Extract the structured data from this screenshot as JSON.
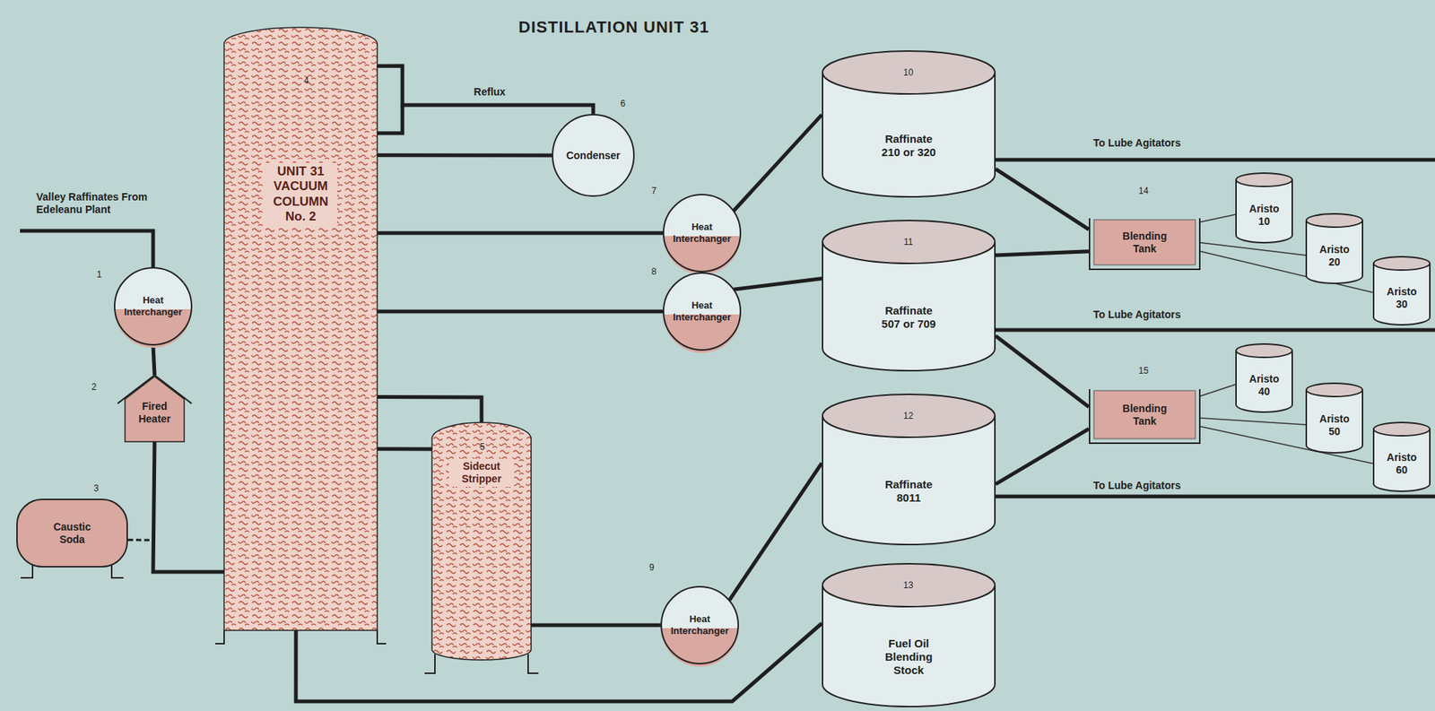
{
  "diagram": {
    "title": "DISTILLATION UNIT 31",
    "nodes": [
      {
        "text": [
          "UNIT 31 VACUUM COLUMN No. 2"
        ]
      },
      {
        "text": [
          "Condenser"
        ]
      },
      {
        "text": [
          "Heat Interchanger"
        ]
      },
      {
        "text": [
          "Fired Heater"
        ]
      },
      {
        "text": [
          "Caustic Soda"
        ]
      },
      {
        "text": [
          "Sidecut Stripper"
        ]
      },
      {
        "text": [
          "Heat Interchanger"
        ]
      },
      {
        "text": [
          "Heat Interchanger"
        ]
      },
      {
        "text": [
          "Heat Interchanger"
        ]
      },
      {
        "text": [
          "Raffinate 210 or 320"
        ]
      },
      {
        "text": [
          "Raffinate 507 or 709"
        ]
      },
      {
        "text": [
          "Raffinate 8011"
        ]
      },
      {
        "text": [
          "Fuel Oil Blending Stock"
        ]
      },
      {
        "text": [
          "Blending Tank"
        ]
      },
      {
        "text": [
          "Blending Tank"
        ]
      },
      {
        "text": [
          "Aristo 10"
        ]
      },
      {
        "text": [
          "Aristo 20"
        ]
      },
      {
        "text": [
          "Aristo 30"
        ]
      },
      {
        "text": [
          "Aristo 40"
        ]
      },
      {
        "text": [
          "Aristo 50"
        ]
      },
      {
        "text": [
          "Aristo 60"
        ]
      }
    ],
    "edges": [
      {
        "from": 2,
        "to": 3,
        "arrow": "none"
      },
      {
        "from": 3,
        "to": 0,
        "arrow": "none"
      },
      {
        "from": 4,
        "to": 0,
        "arrow": "none"
      },
      {
        "from": 0,
        "to": 1,
        "arrow": "none"
      },
      {
        "from": 1,
        "to": 0,
        "label": "Reflux",
        "arrow": "none"
      },
      {
        "from": 0,
        "to": 6,
        "arrow": "none"
      },
      {
        "from": 6,
        "to": 9,
        "arrow": "none"
      },
      {
        "from": 0,
        "to": 7,
        "arrow": "none"
      },
      {
        "from": 7,
        "to": 10,
        "arrow": "none"
      },
      {
        "from": 0,
        "to": 5,
        "arrow": "none"
      },
      {
        "from": 5,
        "to": 0,
        "arrow": "none"
      },
      {
        "from": 5,
        "to": 8,
        "arrow": "none"
      },
      {
        "from": 8,
        "to": 11,
        "arrow": "none"
      },
      {
        "from": 0,
        "to": 12,
        "arrow": "none"
      },
      {
        "from": 9,
        "to": 13,
        "arrow": "none"
      },
      {
        "from": 10,
        "to": 13,
        "arrow": "none"
      },
      {
        "from": 10,
        "to": 14,
        "arrow": "none"
      },
      {
        "from": 11,
        "to": 14,
        "arrow": "none"
      },
      {
        "from": 13,
        "to": 15,
        "arrow": "none"
      },
      {
        "from": 13,
        "to": 16,
        "arrow": "none"
      },
      {
        "from": 13,
        "to": 17,
        "arrow": "none"
      },
      {
        "from": 14,
        "to": 18,
        "arrow": "none"
      },
      {
        "from": 14,
        "to": 19,
        "arrow": "none"
      },
      {
        "from": 14,
        "to": 20,
        "arrow": "none"
      }
    ],
    "labels": [
      "Valley Raffinates From Edeleanu Plant",
      "1",
      "2",
      "3",
      "4",
      "5",
      "6",
      "7",
      "8",
      "9",
      "10",
      "11",
      "12",
      "13",
      "14",
      "15",
      "To Lube Agitators",
      "To Lube Agitators",
      "To Lube Agitators"
    ]
  }
}
